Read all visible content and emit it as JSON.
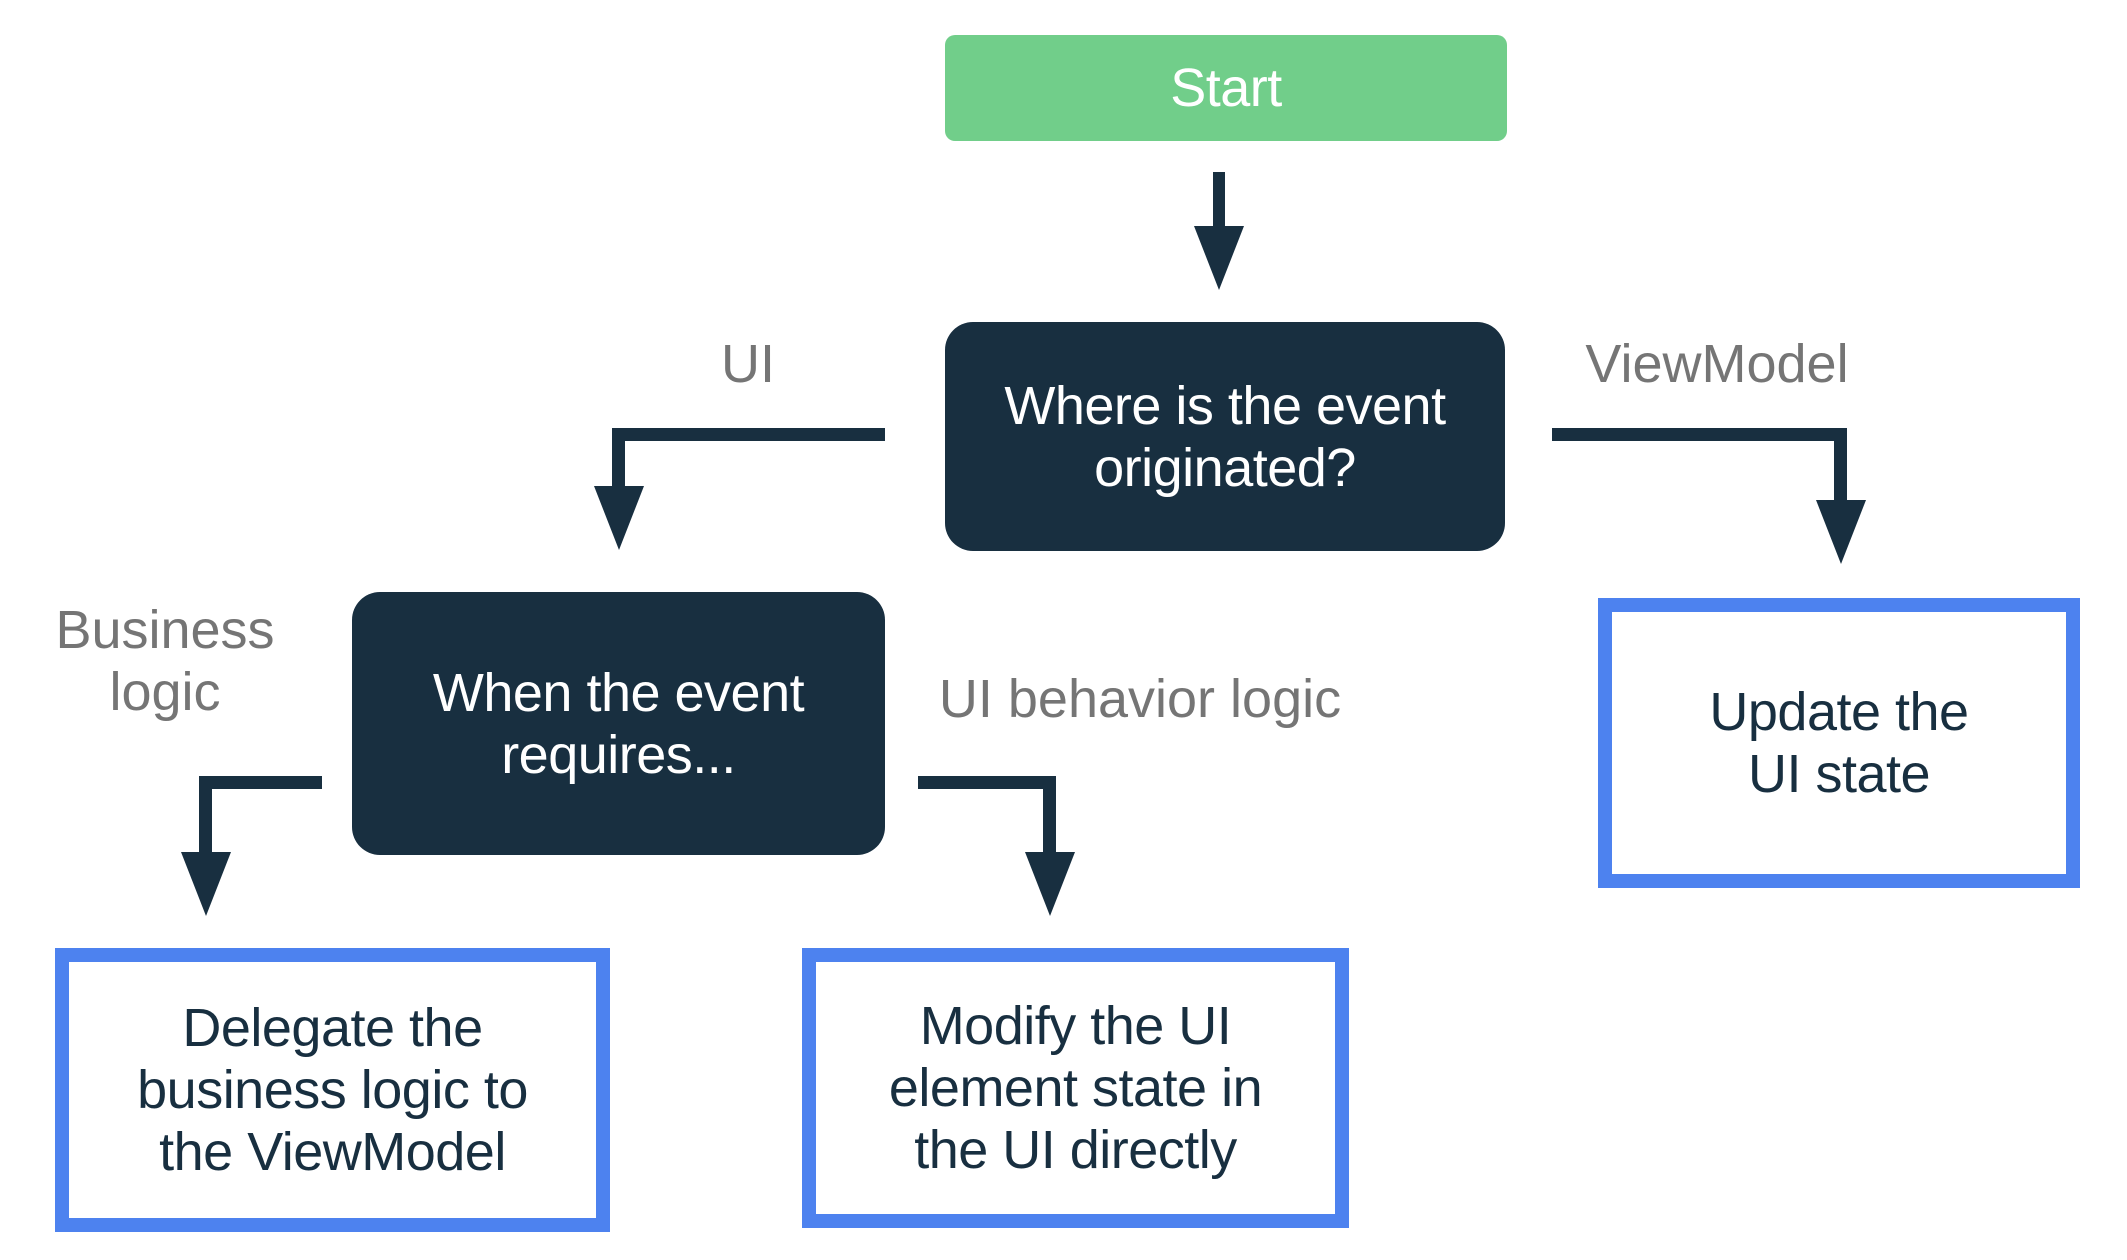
{
  "diagram": {
    "nodes": {
      "start": {
        "label": "Start"
      },
      "where_originated": {
        "label": "Where is the event\noriginated?"
      },
      "when_requires": {
        "label": "When the event\nrequires..."
      },
      "update_ui_state": {
        "label": "Update the\nUI state"
      },
      "delegate_business_logic": {
        "label": "Delegate the\nbusiness logic to\nthe ViewModel"
      },
      "modify_ui_element": {
        "label": "Modify the UI\nelement state in\nthe UI directly"
      }
    },
    "edge_labels": {
      "ui": "UI",
      "viewmodel": "ViewModel",
      "business_logic": "Business\nlogic",
      "ui_behavior_logic": "UI behavior logic"
    }
  },
  "theme": {
    "green": "#71ce8a",
    "navy": "#182f40",
    "blue": "#4d82ef",
    "gray": "#757575",
    "white": "#ffffff"
  }
}
